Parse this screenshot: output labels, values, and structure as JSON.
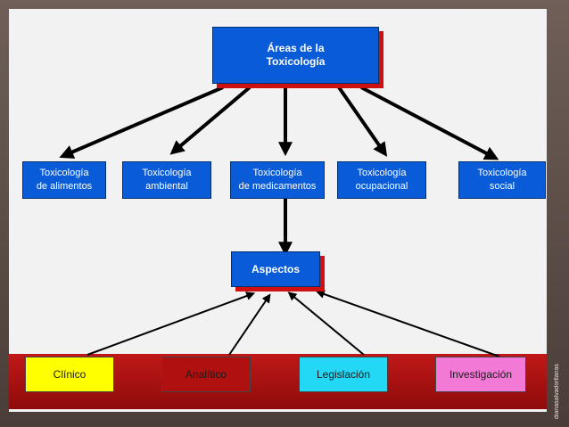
{
  "root": {
    "text": "Áreas de la\nToxicología"
  },
  "areas": [
    {
      "text": "Toxicología\nde alimentos"
    },
    {
      "text": "Toxicología\nambiental"
    },
    {
      "text": "Toxicología\nde medicamentos"
    },
    {
      "text": "Toxicología\nocupacional"
    },
    {
      "text": "Toxicología\nsocial"
    }
  ],
  "aspects": {
    "text": "Aspectos"
  },
  "aspect_items": [
    {
      "text": "Clínico",
      "color": "#ffff00"
    },
    {
      "text": "Analítico",
      "color": "#b01010"
    },
    {
      "text": "Legislación",
      "color": "#22d8f5"
    },
    {
      "text": "Investigación",
      "color": "#f27ad6"
    }
  ],
  "credit": "dianasalvadorllanas",
  "colors": {
    "box_blue": "#0a5bd8",
    "box_shadow_red": "#cf1010",
    "band_red": "#c01818",
    "arrow": "#000000"
  }
}
